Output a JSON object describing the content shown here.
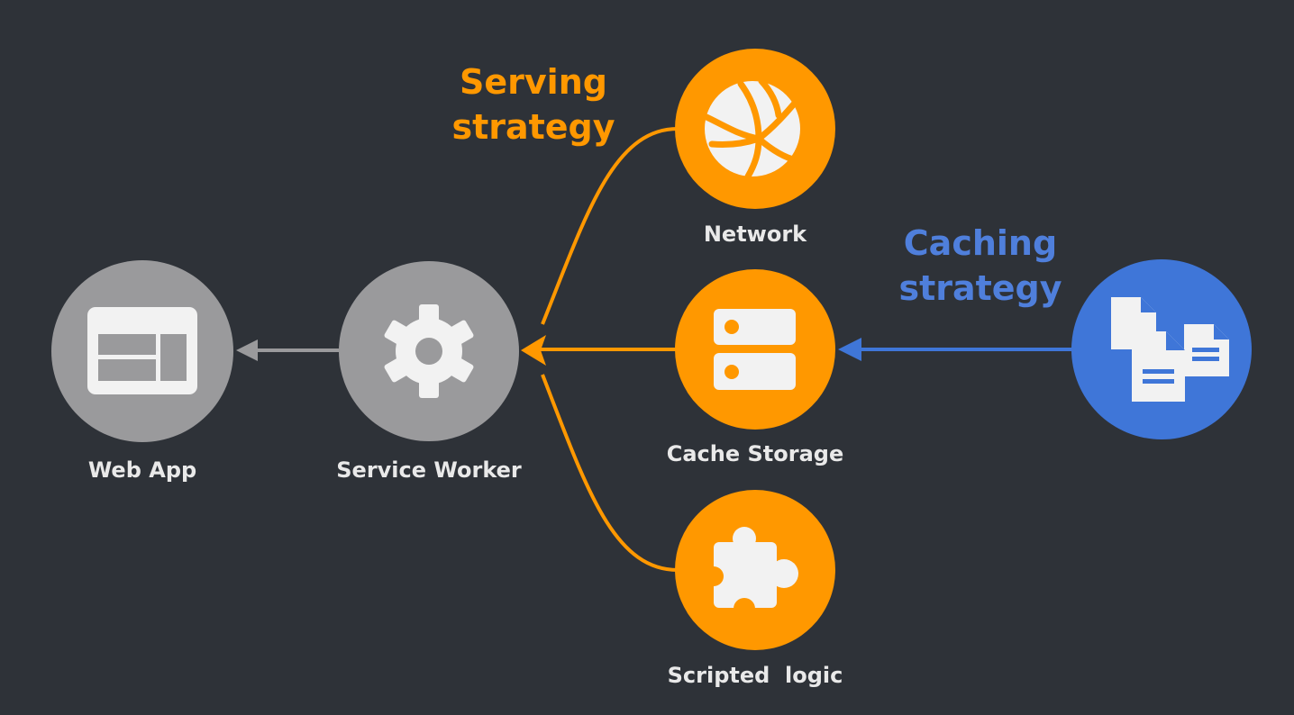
{
  "nodes": {
    "web_app": {
      "label": "Web App",
      "icon": "web-page-layout-icon"
    },
    "service_worker": {
      "label": "Service Worker",
      "icon": "gear-icon"
    },
    "network": {
      "label": "Network",
      "icon": "globe-icon"
    },
    "cache_storage": {
      "label": "Cache Storage",
      "icon": "storage-server-icon"
    },
    "scripted_logic": {
      "label": "Scripted  logic",
      "icon": "puzzle-piece-icon"
    },
    "resources": {
      "label": "",
      "icon": "documents-icon"
    }
  },
  "strategies": {
    "serving": {
      "line1": "Serving",
      "line2": "strategy"
    },
    "caching": {
      "line1": "Caching",
      "line2": "strategy"
    }
  },
  "colors": {
    "background": "#2e3238",
    "gray_node": "#9a9a9c",
    "orange": "#ff9800",
    "blue": "#3f76d8",
    "label_text": "#e9e9e9",
    "icon_white": "#f2f2f2",
    "serving_text": "#ff9800",
    "caching_text": "#4f7fdc"
  }
}
